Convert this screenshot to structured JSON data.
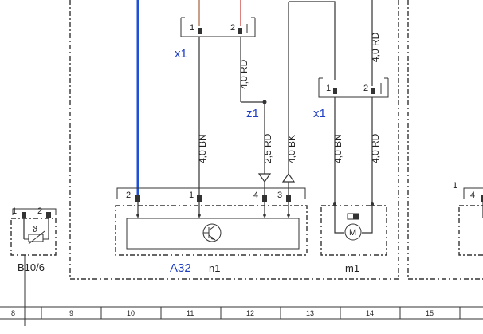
{
  "connectors": {
    "x1_top": {
      "label": "x1",
      "pins": [
        "1",
        "2"
      ]
    },
    "x1_right": {
      "label": "x1",
      "pins": [
        "1",
        "2"
      ]
    }
  },
  "junction": {
    "label": "z1"
  },
  "module_a32": {
    "id": "A32",
    "name": "n1",
    "pins": [
      "2",
      "1",
      "4",
      "3"
    ]
  },
  "motor": {
    "name": "m1",
    "symbol": "M"
  },
  "sensor": {
    "label": "B10/6",
    "pins": [
      "1",
      "2"
    ],
    "symbol": "ϑ"
  },
  "right_module": {
    "pins": [
      "1",
      "4"
    ]
  },
  "wires": {
    "bn_left": "4,0 BN",
    "rd_upper": "4,0 RD",
    "rd_lower": "2,5 RD",
    "bk": "4,0 BK",
    "bn_right": "4,0 BN",
    "rd_right_lower": "4,0 RD",
    "rd_right_upper": "4,0 RD"
  },
  "grid_columns": [
    "8",
    "9",
    "10",
    "11",
    "12",
    "13",
    "14",
    "15"
  ],
  "colors": {
    "blue_wire": "#1f4fd8",
    "red_wire": "#c0302a",
    "label_blue": "#1f3fc4"
  }
}
